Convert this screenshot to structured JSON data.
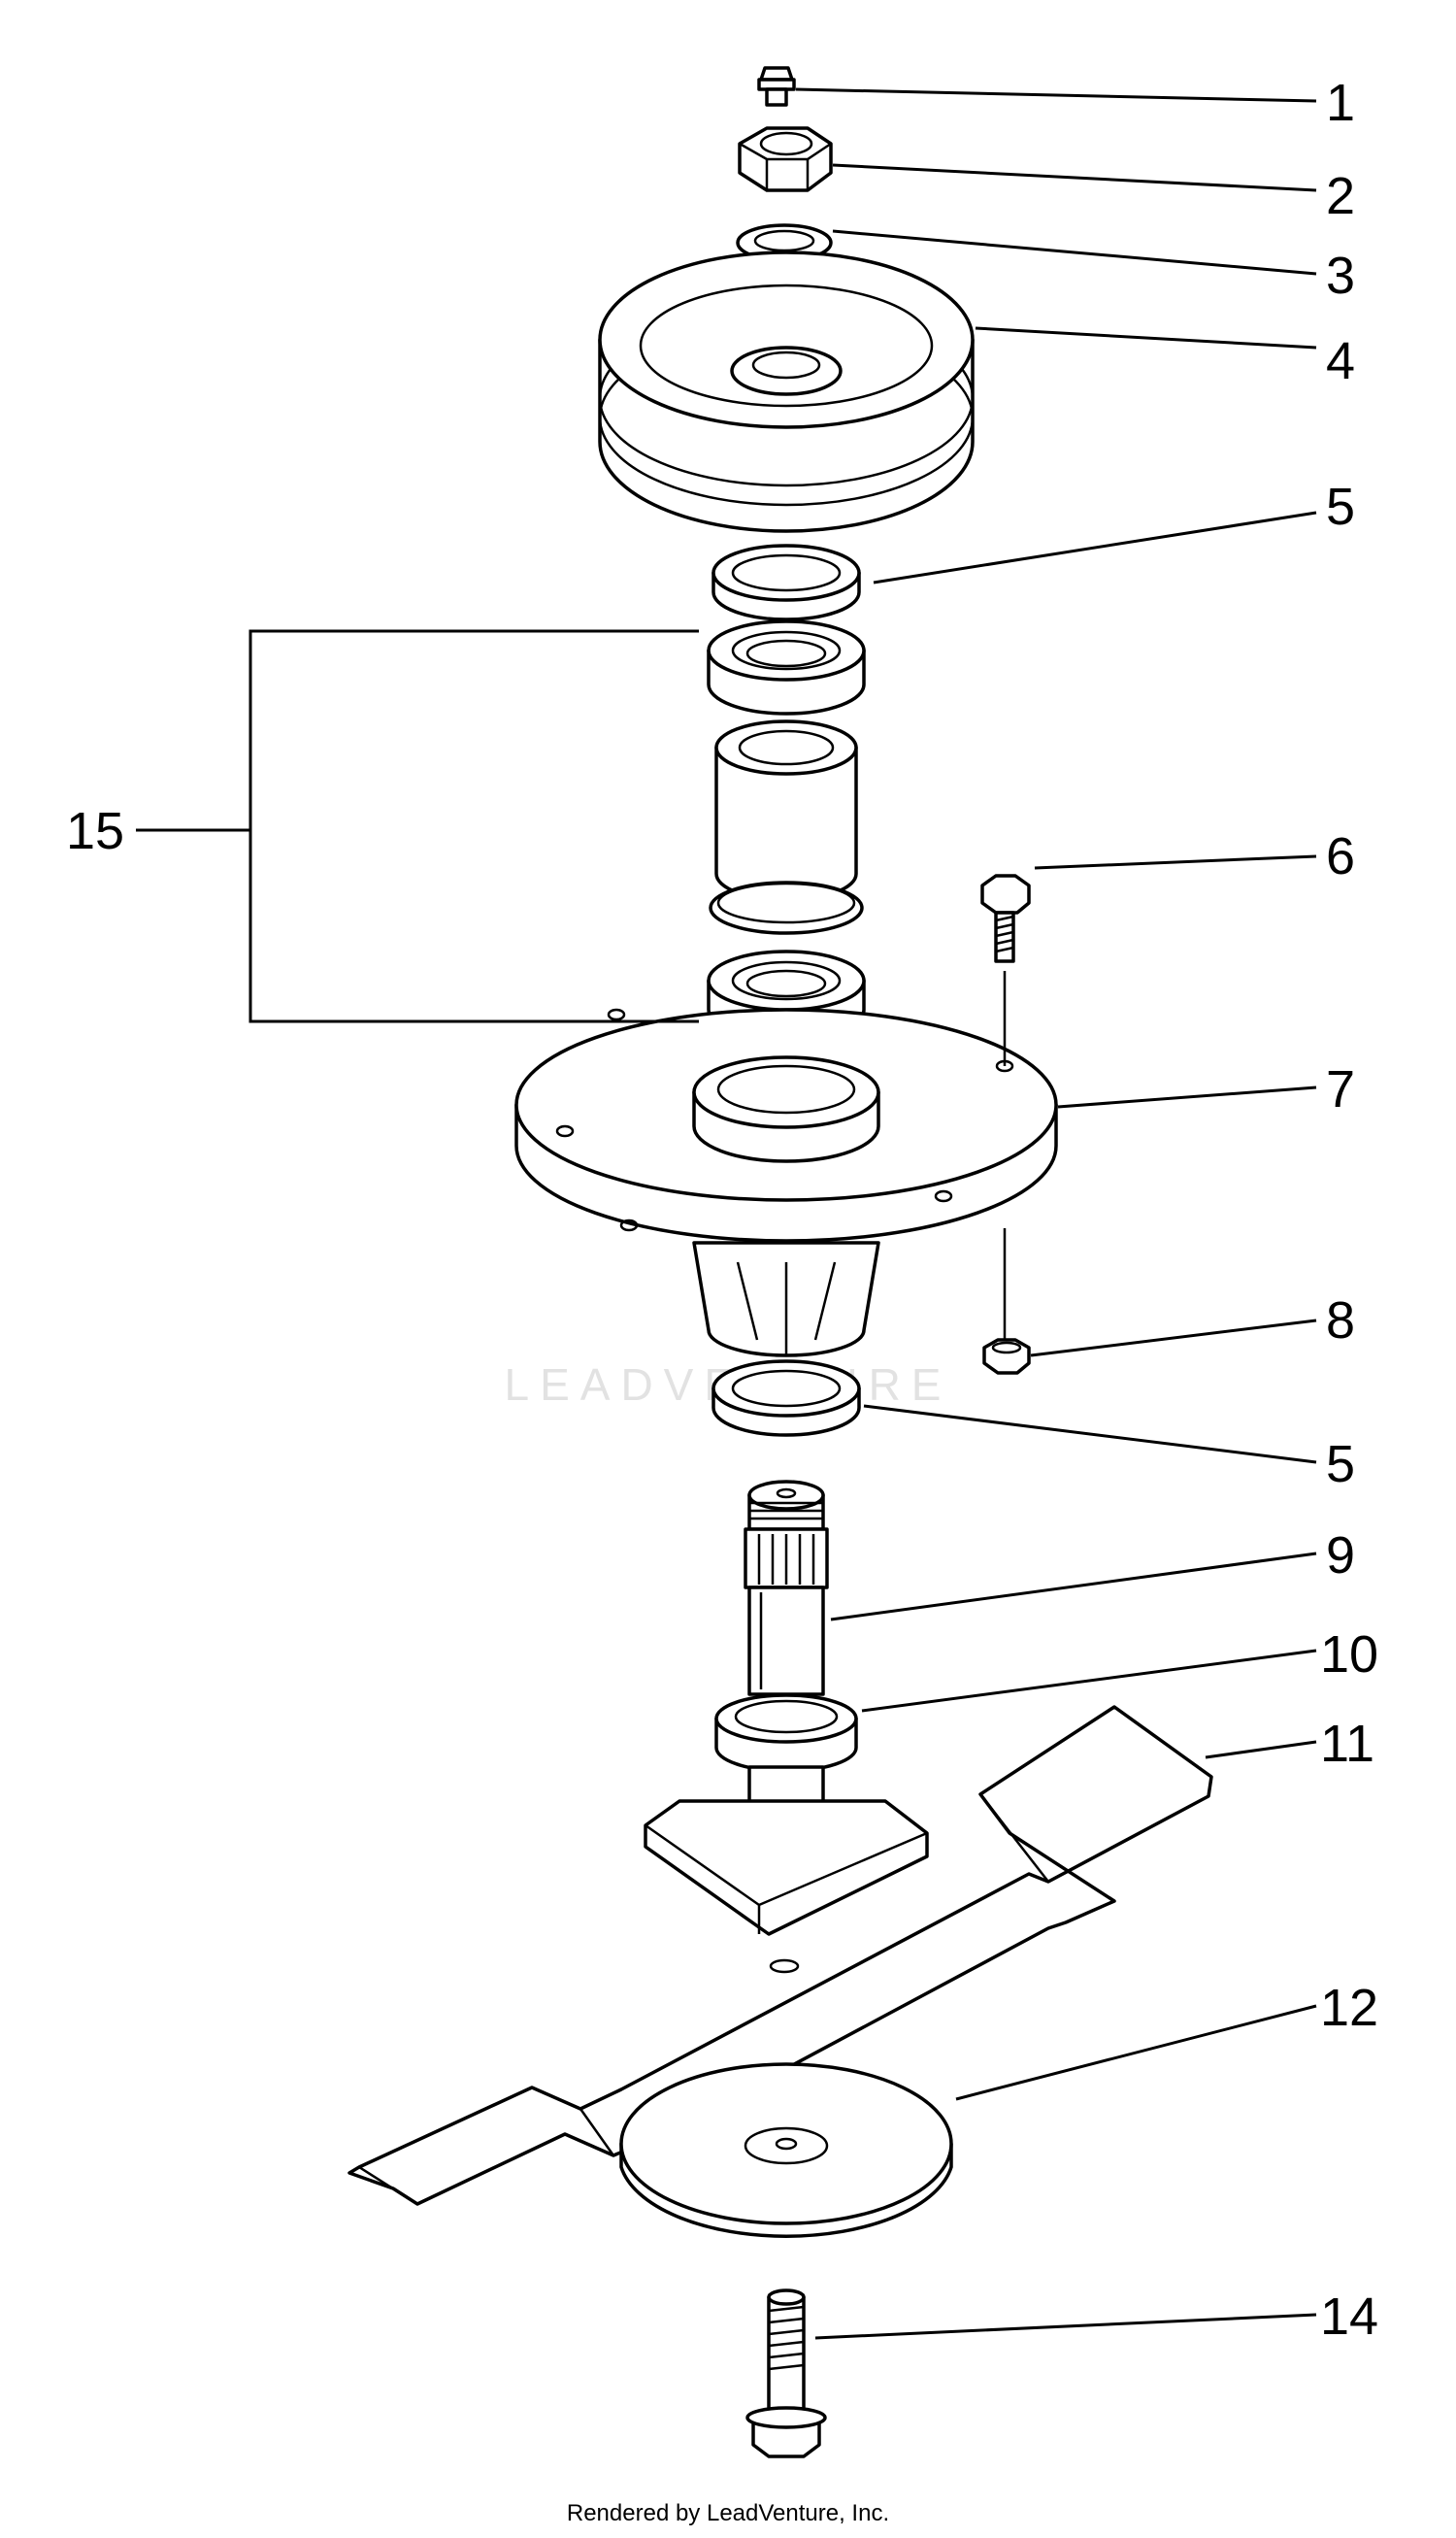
{
  "callouts": [
    {
      "id": "c1",
      "label": "1"
    },
    {
      "id": "c2",
      "label": "2"
    },
    {
      "id": "c3",
      "label": "3"
    },
    {
      "id": "c4",
      "label": "4"
    },
    {
      "id": "c5a",
      "label": "5"
    },
    {
      "id": "c6",
      "label": "6"
    },
    {
      "id": "c7",
      "label": "7"
    },
    {
      "id": "c8",
      "label": "8"
    },
    {
      "id": "c5b",
      "label": "5"
    },
    {
      "id": "c9",
      "label": "9"
    },
    {
      "id": "c10",
      "label": "10"
    },
    {
      "id": "c11",
      "label": "11"
    },
    {
      "id": "c12",
      "label": "12"
    },
    {
      "id": "c14",
      "label": "14"
    },
    {
      "id": "c15",
      "label": "15"
    }
  ],
  "watermark": "LEADVENTURE",
  "footer": "Rendered by LeadVenture, Inc.",
  "colors": {
    "line": "#000000",
    "background": "#ffffff",
    "watermark": "#e2e2e2"
  }
}
